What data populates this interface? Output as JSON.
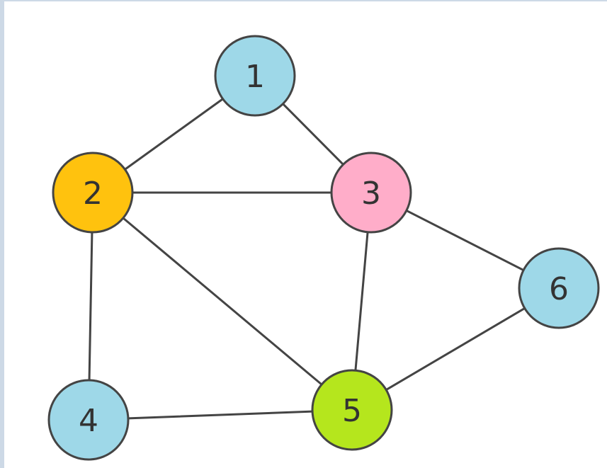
{
  "graph": {
    "colors": {
      "blue": "#9ed8e8",
      "orange": "#ffc20e",
      "pink": "#ffadc9",
      "green": "#b5e61d"
    },
    "nodes": [
      {
        "id": "1",
        "label": "1",
        "color": "#9ed8e8"
      },
      {
        "id": "2",
        "label": "2",
        "color": "#ffc20e"
      },
      {
        "id": "3",
        "label": "3",
        "color": "#ffadc9"
      },
      {
        "id": "4",
        "label": "4",
        "color": "#9ed8e8"
      },
      {
        "id": "5",
        "label": "5",
        "color": "#b5e61d"
      },
      {
        "id": "6",
        "label": "6",
        "color": "#9ed8e8"
      }
    ],
    "edges": [
      {
        "from": "1",
        "to": "2"
      },
      {
        "from": "1",
        "to": "3"
      },
      {
        "from": "2",
        "to": "3"
      },
      {
        "from": "2",
        "to": "4"
      },
      {
        "from": "2",
        "to": "5"
      },
      {
        "from": "3",
        "to": "5"
      },
      {
        "from": "3",
        "to": "6"
      },
      {
        "from": "4",
        "to": "5"
      },
      {
        "from": "5",
        "to": "6"
      }
    ]
  }
}
